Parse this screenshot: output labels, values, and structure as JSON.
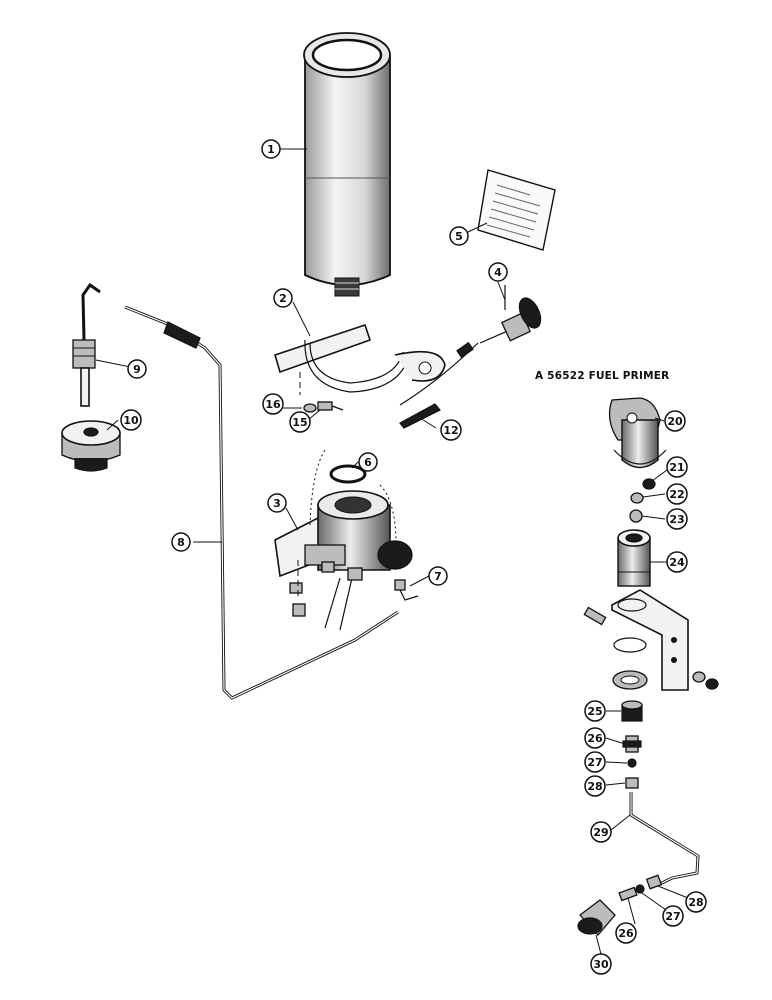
{
  "section_title": "A 56522 FUEL PRIMER",
  "callouts": [
    "1",
    "2",
    "3",
    "4",
    "5",
    "6",
    "7",
    "8",
    "9",
    "10",
    "12",
    "15",
    "16",
    "20",
    "21",
    "22",
    "23",
    "24",
    "25",
    "26",
    "27",
    "28",
    "29",
    "26",
    "27",
    "28",
    "30"
  ]
}
